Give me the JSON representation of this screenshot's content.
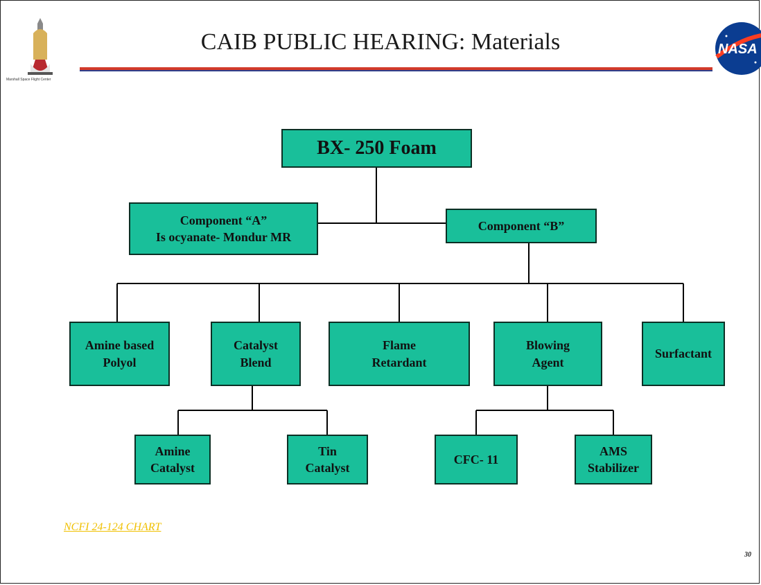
{
  "header": {
    "title": "CAIB PUBLIC HEARING:  Materials",
    "left_logo_caption": "Marshall Space Flight Center",
    "right_logo_text": "NASA"
  },
  "diagram": {
    "root": "BX- 250 Foam",
    "component_a": "Component “A”\nIs ocyanate- Mondur MR",
    "component_b": "Component “B”",
    "b_children": {
      "amine_polyol": "Amine based\nPolyol",
      "catalyst_blend": "Catalyst\nBlend",
      "flame_retardant": "Flame\nRetardant",
      "blowing_agent": "Blowing\nAgent",
      "surfactant": "Surfactant"
    },
    "catalyst_children": {
      "amine_catalyst": "Amine\nCatalyst",
      "tin_catalyst": "Tin\nCatalyst"
    },
    "blowing_children": {
      "cfc11": "CFC- 11",
      "ams_stabilizer": "AMS\nStabilizer"
    }
  },
  "footer": {
    "link_text": "NCFI 24-124 CHART",
    "page_number": "30"
  }
}
